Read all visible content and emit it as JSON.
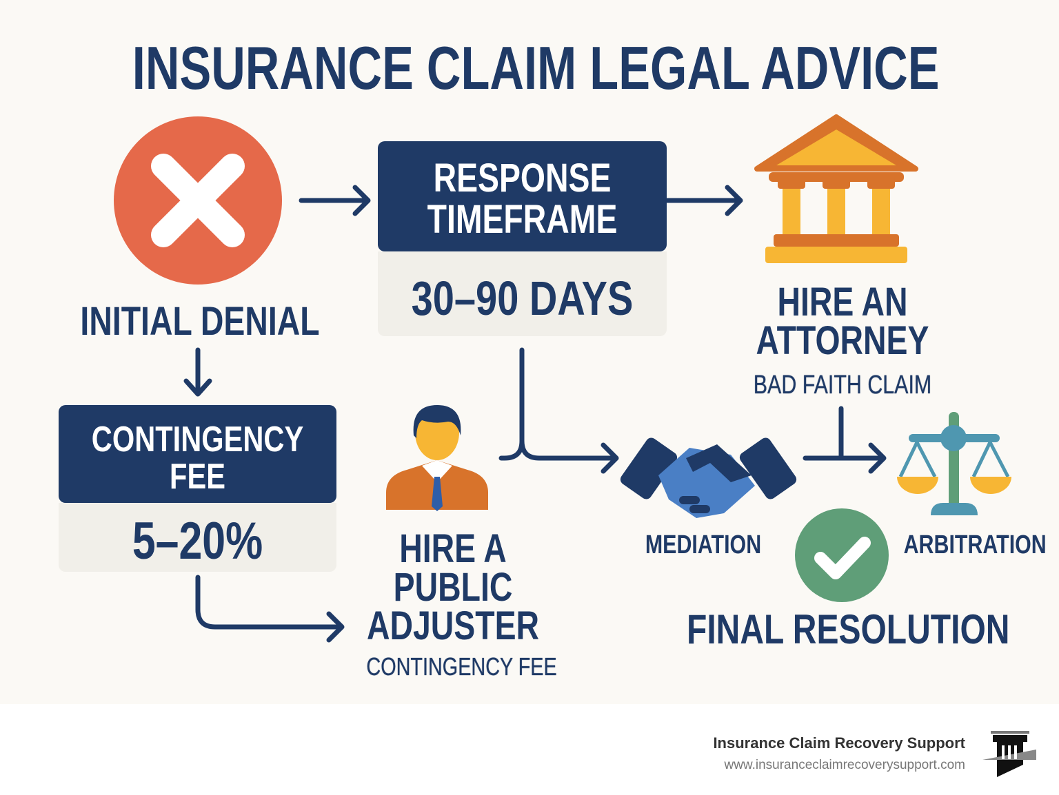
{
  "title": "INSURANCE CLAIM LEGAL ADVICE",
  "steps": {
    "initial_denial": "INITIAL DENIAL",
    "response": {
      "line1": "RESPONSE",
      "line2": "TIMEFRAME",
      "value": "30–90 DAYS"
    },
    "attorney": {
      "line1": "HIRE AN",
      "line2": "ATTORNEY",
      "sub": "BAD FAITH CLAIM"
    },
    "contingency": {
      "line1": "CONTINGENCY",
      "line2": "FEE",
      "value": "5–20%"
    },
    "adjuster": {
      "line1": "HIRE A",
      "line2": "PUBLIC",
      "line3": "ADJUSTER",
      "sub": "CONTINGENCY FEE"
    },
    "mediation": "MEDIATION",
    "arbitration": "ARBITRATION",
    "final": "FINAL RESOLUTION"
  },
  "footer": {
    "brand": "Insurance Claim Recovery Support",
    "url": "www.insuranceclaimrecoverysupport.com"
  },
  "colors": {
    "navy": "#1f3a66",
    "red": "#e5694a",
    "gold": "#f7b634",
    "green": "#5f9e78",
    "teal": "#4f97b0"
  }
}
